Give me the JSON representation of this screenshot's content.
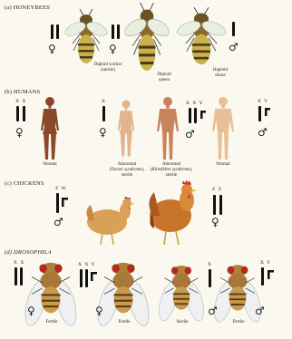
{
  "sections": {
    "honeybees": {
      "title": "(a) HONEYBEES",
      "labels": {
        "worker": "Diploid worker (sterile)",
        "queen": "Diploid queen",
        "drone": "Haploid drone"
      },
      "symbols": {
        "female": "♀",
        "male": "♂"
      }
    },
    "humans": {
      "title": "(b) HUMANS",
      "chrom": {
        "xx": "X X",
        "x": "X",
        "xxy": "X X Y",
        "xy": "X Y"
      },
      "labels": {
        "normal_female": "Normal",
        "turner_1": "Abnormal",
        "turner_2": "(Turner syndrome),",
        "turner_3": "sterile",
        "klinefelter_1": "Abnormal",
        "klinefelter_2": "(Klinefelter syndrome),",
        "klinefelter_3": "sterile",
        "normal_male": "Normal"
      },
      "symbols": {
        "female": "♀",
        "male": "♂"
      }
    },
    "chickens": {
      "title": "(c) CHICKENS",
      "chrom": {
        "zw": "Z W",
        "zz": "Z Z"
      },
      "symbols": {
        "female": "♀",
        "male": "♂"
      }
    },
    "drosophila": {
      "title": "(d) DROSOPHILA",
      "chrom": {
        "xx": "X X",
        "xxy": "X X Y",
        "x": "X",
        "xy": "X Y"
      },
      "labels": {
        "f1": "Fertile",
        "f2": "Fertile",
        "sterile": "Sterile",
        "f3": "Fertile"
      },
      "symbols": {
        "female": "♀",
        "male": "♂"
      }
    }
  },
  "colors": {
    "background": "#fbf8f0",
    "chromosome": "#111111",
    "bee_body": "#c9b24a",
    "bee_stripe": "#4a3a1a",
    "skin_dark": "#8a4a2a",
    "skin_light": "#e2b48e",
    "hen": "#d9a158",
    "comb": "#c8352a",
    "fly_body": "#c89a4a",
    "fly_eye": "#b02a1e"
  }
}
